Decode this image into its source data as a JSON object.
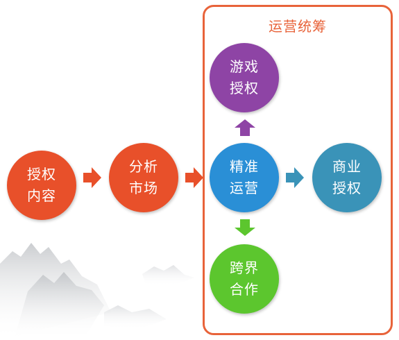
{
  "group": {
    "title": "运营统筹",
    "frame_color": "#e8633a"
  },
  "nodes": {
    "content_license": {
      "line1": "授权",
      "line2": "内容",
      "color": "#e8502a"
    },
    "market_analysis": {
      "line1": "分析",
      "line2": "市场",
      "color": "#e8502a"
    },
    "precise_operation": {
      "line1": "精准",
      "line2": "运营",
      "color": "#2a8fd6"
    },
    "game_license": {
      "line1": "游戏",
      "line2": "授权",
      "color": "#8e44a5"
    },
    "commercial_license": {
      "line1": "商业",
      "line2": "授权",
      "color": "#3a93b8"
    },
    "cross_cooperation": {
      "line1": "跨界",
      "line2": "合作",
      "color": "#5cc62e"
    }
  },
  "arrows": {
    "orange": "#e8502a",
    "purple": "#8e44a5",
    "blue": "#3a93b8",
    "green": "#5cc62e"
  }
}
